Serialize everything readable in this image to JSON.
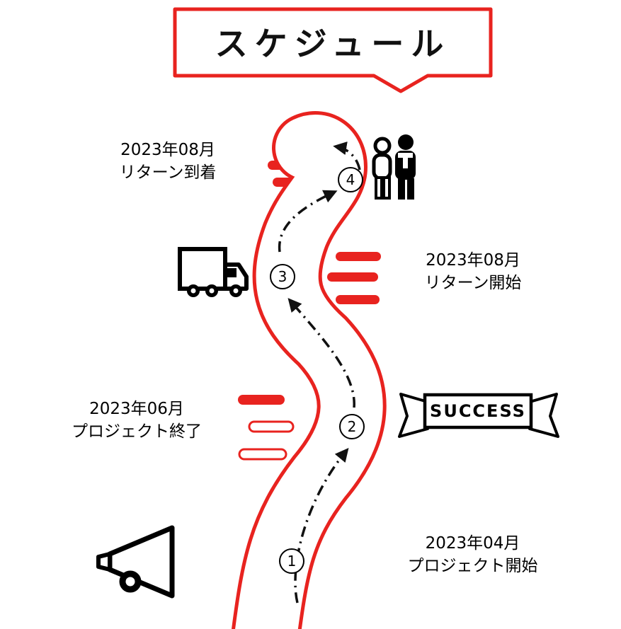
{
  "title": {
    "text": "スケジュール"
  },
  "banner": {
    "text": "SUCCESS"
  },
  "milestones": [
    {
      "number": "1",
      "date": "2023年04月",
      "label": "プロジェクト開始"
    },
    {
      "number": "2",
      "date": "2023年06月",
      "label": "プロジェクト終了"
    },
    {
      "number": "3",
      "date": "2023年08月",
      "label": "リターン開始"
    },
    {
      "number": "4",
      "date": "2023年08月",
      "label": "リターン到着"
    }
  ],
  "icons": {
    "start": "megaphone-icon",
    "shipping": "truck-icon",
    "recipients": "people-icon",
    "goal": "success-banner"
  },
  "colors": {
    "accent_red": "#e8231f",
    "ink": "#000000"
  }
}
